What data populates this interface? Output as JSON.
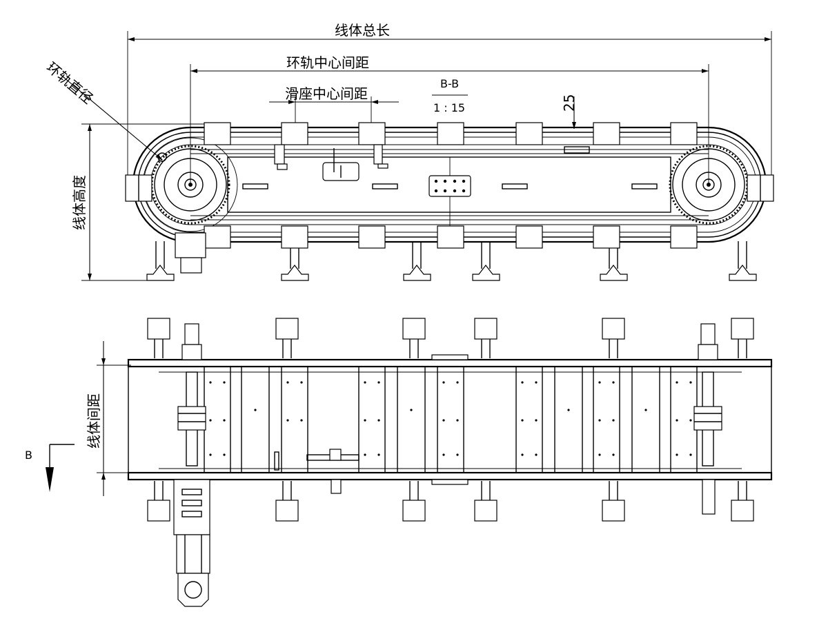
{
  "labels": {
    "total_length": "线体总长",
    "loop_center_distance": "环轨中心间距",
    "slider_center_distance": "滑座中心间距",
    "loop_diameter": "环轨直径",
    "line_height": "线体高度",
    "line_spacing": "线体间距",
    "section_title": "B-B",
    "section_scale": "1 : 15",
    "offset_value": "25",
    "view_marker": "B"
  }
}
